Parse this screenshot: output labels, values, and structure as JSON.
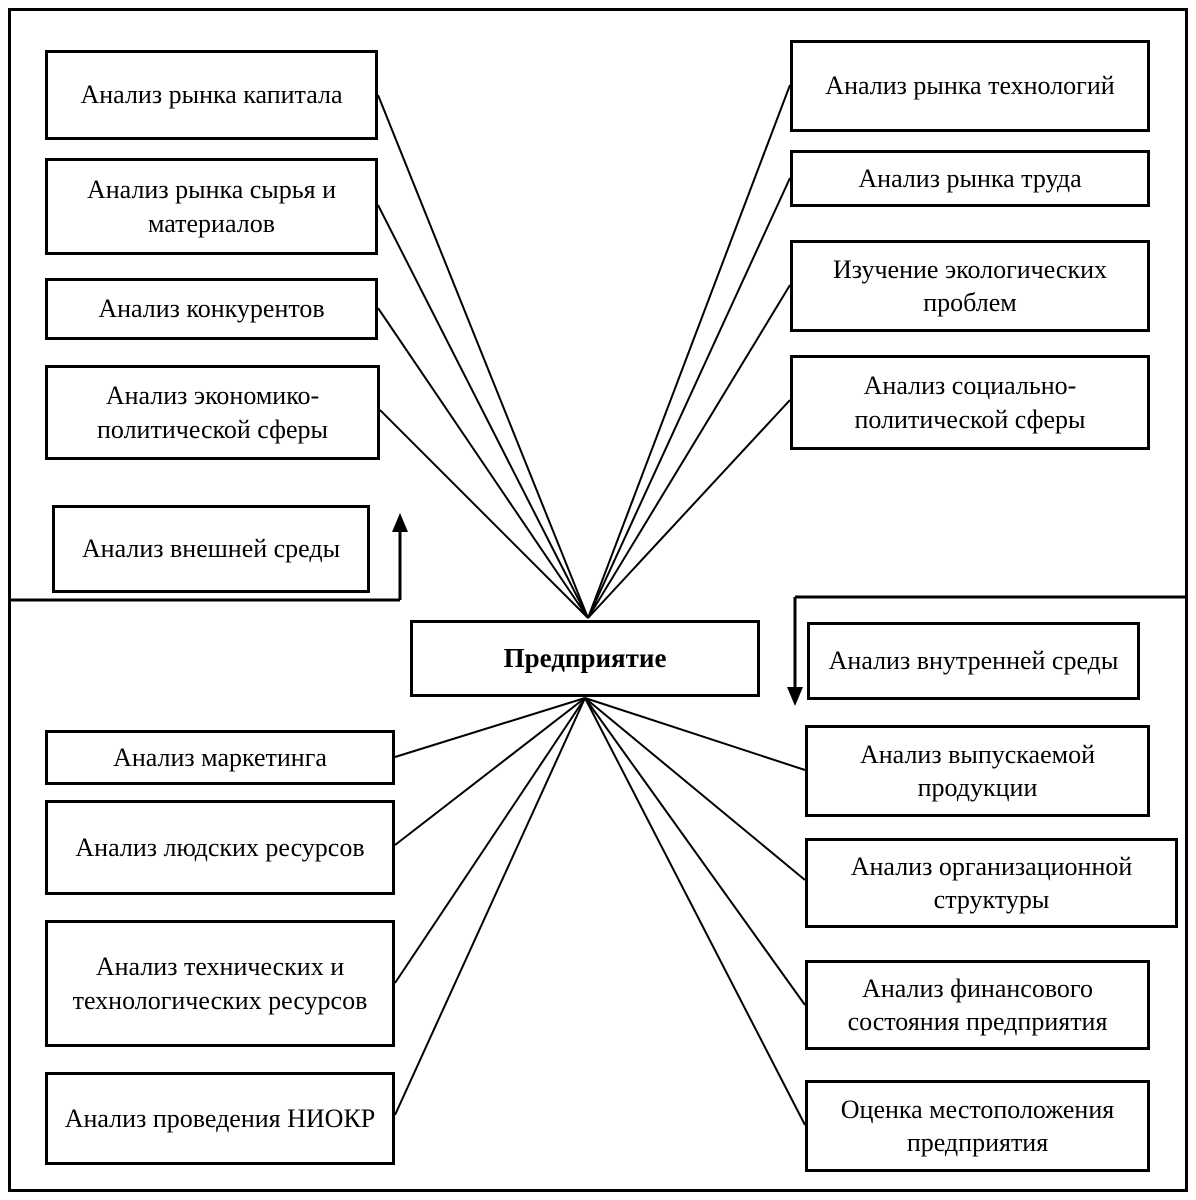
{
  "center": {
    "label": "Предприятие"
  },
  "external": {
    "summary": "Анализ внешней среды",
    "left": [
      "Анализ рынка капитала",
      "Анализ рынка сырья и материалов",
      "Анализ конкурентов",
      "Анализ экономико-политической сферы"
    ],
    "right": [
      "Анализ рынка технологий",
      "Анализ рынка труда",
      "Изучение экологических проблем",
      "Анализ социально-политической сферы"
    ]
  },
  "internal": {
    "summary": "Анализ внутренней среды",
    "left": [
      "Анализ маркетинга",
      "Анализ людских ресурсов",
      "Анализ технических и технологических ресурсов",
      "Анализ проведения НИОКР"
    ],
    "right": [
      "Анализ выпускаемой продукции",
      "Анализ организационной структуры",
      "Анализ финансового состояния предприятия",
      "Оценка местоположения предприятия"
    ]
  },
  "colors": {
    "line": "#000000",
    "background": "#ffffff"
  }
}
